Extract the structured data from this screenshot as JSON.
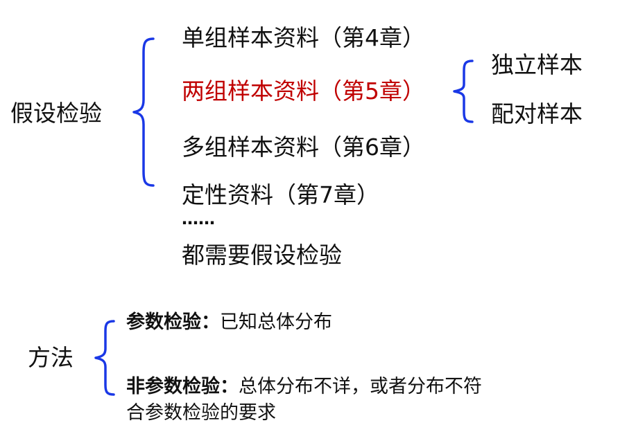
{
  "colors": {
    "text": "#111111",
    "highlight": "#c00000",
    "brace": "#1a38e6"
  },
  "hypothesis": {
    "root": "假设检验",
    "items": [
      "单组样本资料（第4章）",
      "两组样本资料（第5章）",
      "多组样本资料（第6章）",
      "定性资料（第7章）"
    ],
    "sub": [
      "独立样本",
      "配对样本"
    ],
    "ellipsis": "……",
    "conclusion": "都需要假设检验"
  },
  "method": {
    "root": "方法",
    "param_label": "参数检验：",
    "param_desc": "已知总体分布",
    "nonparam_label": "非参数检验：",
    "nonparam_desc_line1": "总体分布不详，或者分布不符",
    "nonparam_desc_line2": "合参数检验的要求"
  }
}
